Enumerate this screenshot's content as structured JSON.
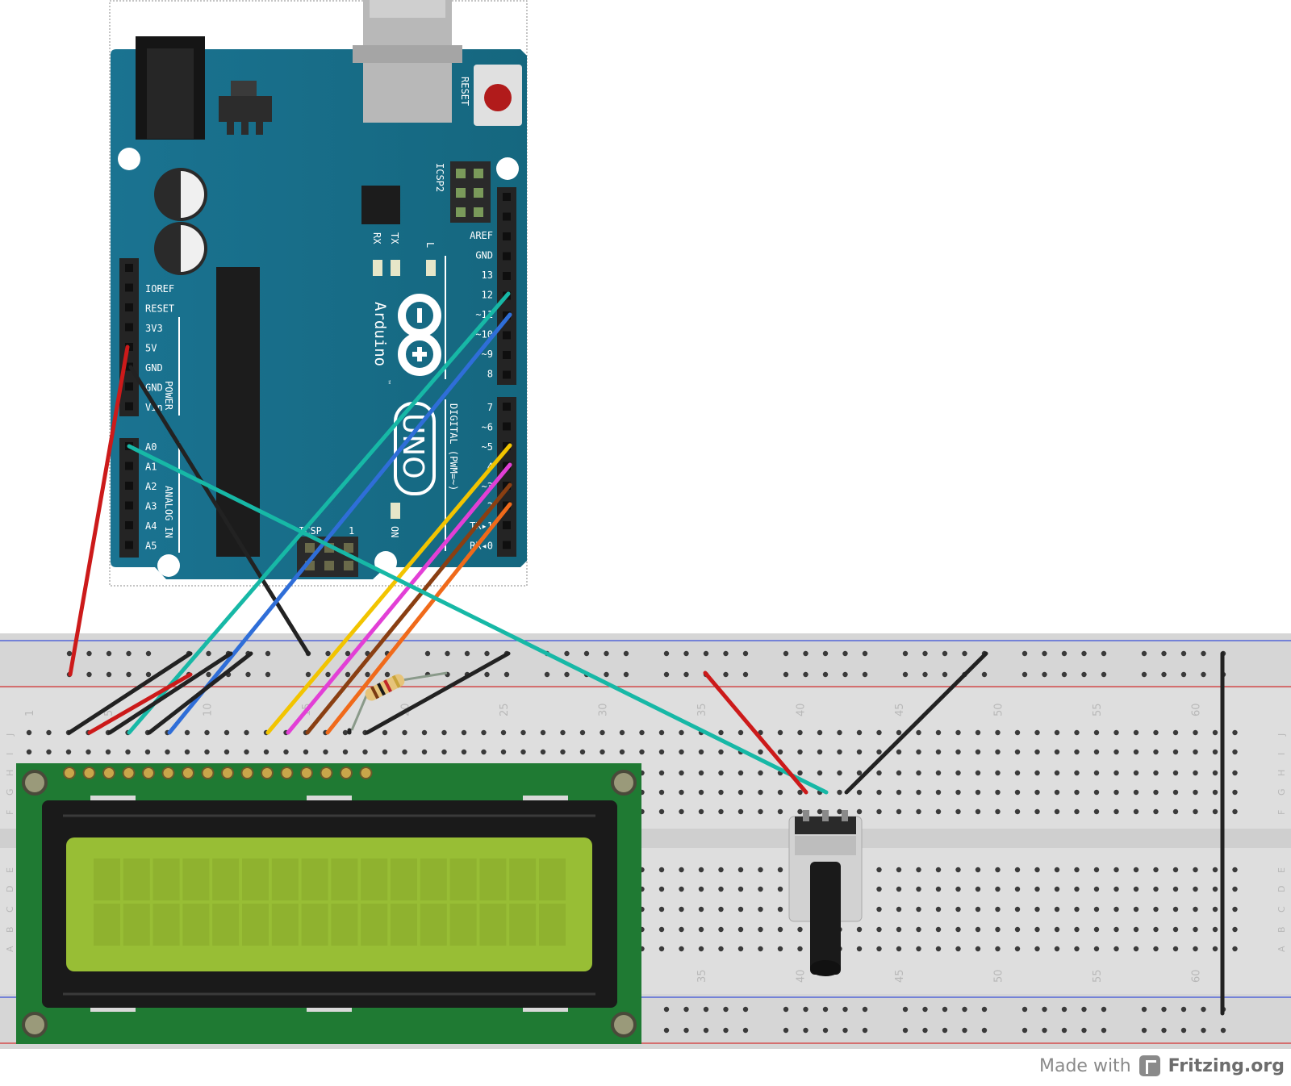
{
  "arduino": {
    "reset_label": "RESET",
    "icsp2_label": "ICSP2",
    "icsp_label": "ICSP",
    "icsp_pin1": "1",
    "rx_label": "RX",
    "tx_label": "TX",
    "l_label": "L",
    "on_label": "ON",
    "brand_label": "Arduino",
    "tm": "™",
    "model_label": "UNO",
    "digital_label": "DIGITAL (PWM=~)",
    "power_label": "POWER",
    "analog_label": "ANALOG IN",
    "left_pins": [
      "IOREF",
      "RESET",
      "3V3",
      "5V",
      "GND",
      "GND",
      "Vin"
    ],
    "analog_pins": [
      "A0",
      "A1",
      "A2",
      "A3",
      "A4",
      "A5"
    ],
    "digital_pins_top": [
      "AREF",
      "GND",
      "13",
      "12",
      "~11",
      "~10",
      "~9",
      "8"
    ],
    "digital_pins_bottom": [
      "7",
      "~6",
      "~5",
      "4",
      "~3",
      "2",
      "TX▸1",
      "RX◂0"
    ]
  },
  "breadboard": {
    "column_numbers": [
      "1",
      "5",
      "10",
      "15",
      "20",
      "25",
      "30",
      "35",
      "40",
      "45",
      "50",
      "55",
      "60"
    ],
    "rows_top": [
      "J",
      "I",
      "H",
      "G",
      "F"
    ],
    "rows_bottom": [
      "E",
      "D",
      "C",
      "B",
      "A"
    ]
  },
  "wires": [
    {
      "name": "5v-wire",
      "color": "#cc1a1a"
    },
    {
      "name": "gnd-wire",
      "color": "#222222"
    },
    {
      "name": "d12-wire",
      "color": "#17b8a6"
    },
    {
      "name": "d11-wire",
      "color": "#2f6ed8"
    },
    {
      "name": "d5-wire",
      "color": "#f2c400"
    },
    {
      "name": "d4-wire",
      "color": "#e23fd6"
    },
    {
      "name": "d3-wire",
      "color": "#8a3f12"
    },
    {
      "name": "d2-wire",
      "color": "#f06a1a"
    },
    {
      "name": "a0-wire",
      "color": "#17b8a6"
    },
    {
      "name": "pot-power-wire",
      "color": "#cc1a1a"
    },
    {
      "name": "pot-ground-wire",
      "color": "#222222"
    }
  ],
  "footer": {
    "made_with": "Made with",
    "brand": "Fritzing.org"
  }
}
